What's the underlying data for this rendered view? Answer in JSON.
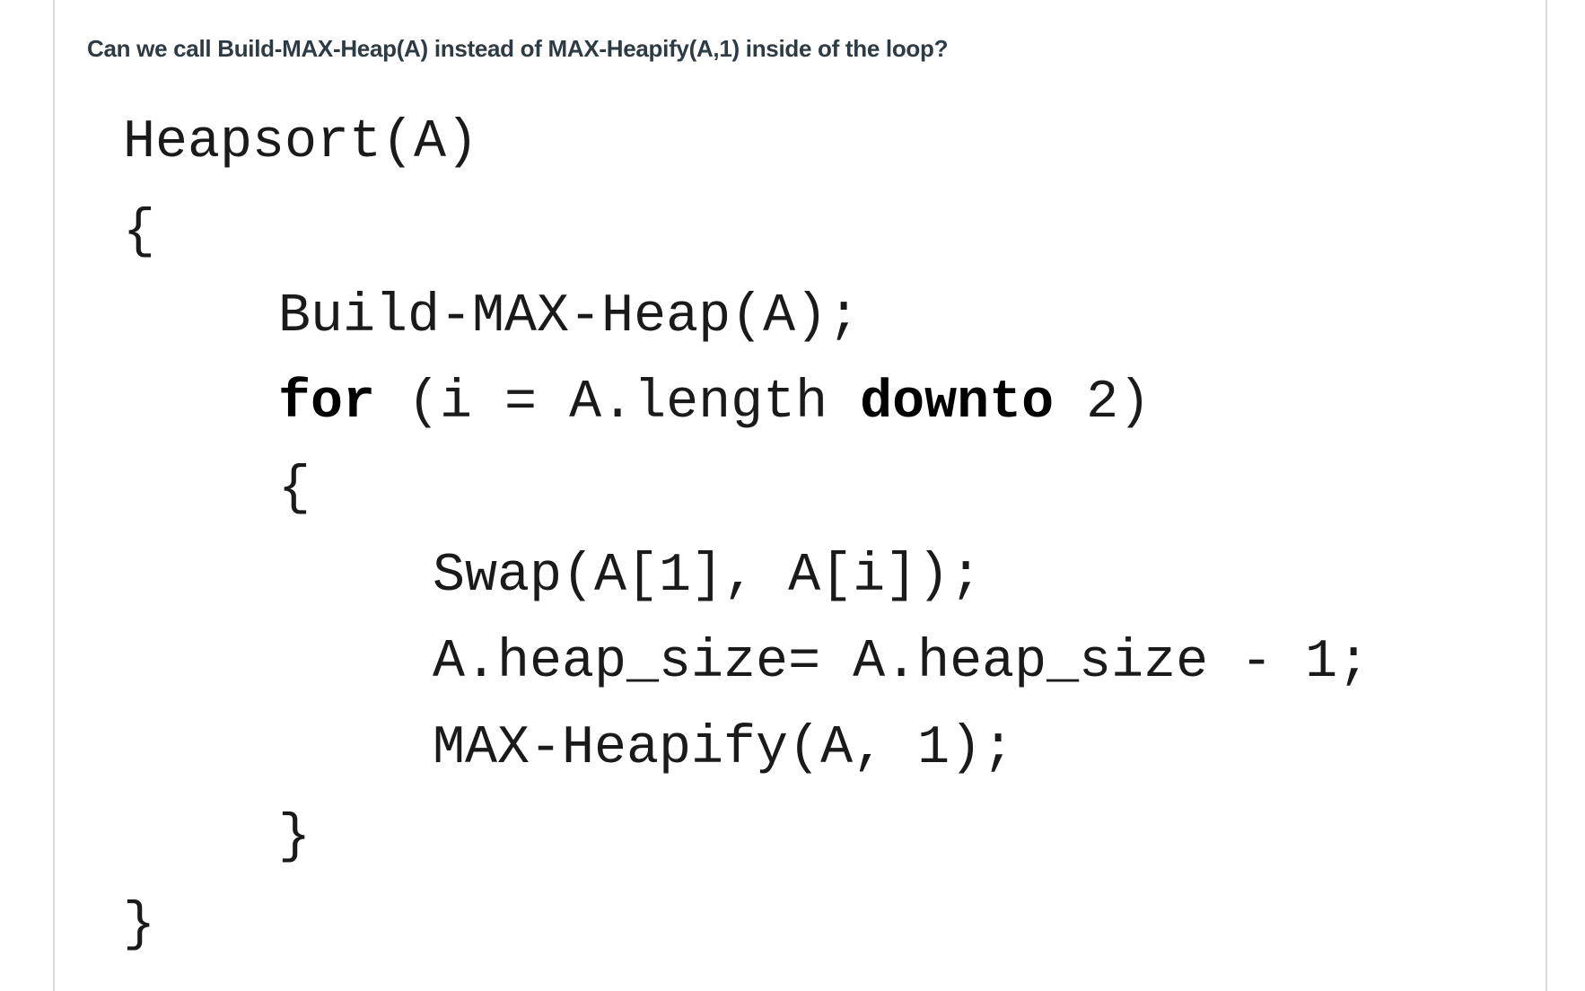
{
  "question": "Can we call Build-MAX-Heap(A) instead of MAX-Heapify(A,1) inside of the loop?",
  "code": {
    "line1": "Heapsort(A)",
    "line2": "{",
    "line3": "Build-MAX-Heap(A);",
    "line4_kw1": "for",
    "line4_mid": " (i = A.length ",
    "line4_kw2": "downto",
    "line4_end": " 2)",
    "line5": "{",
    "line6": "Swap(A[1], A[i]);",
    "line7": "A.heap_size= A.heap_size - 1;",
    "line8": "MAX-Heapify(A, 1);",
    "line9": "}",
    "line10": "}"
  }
}
